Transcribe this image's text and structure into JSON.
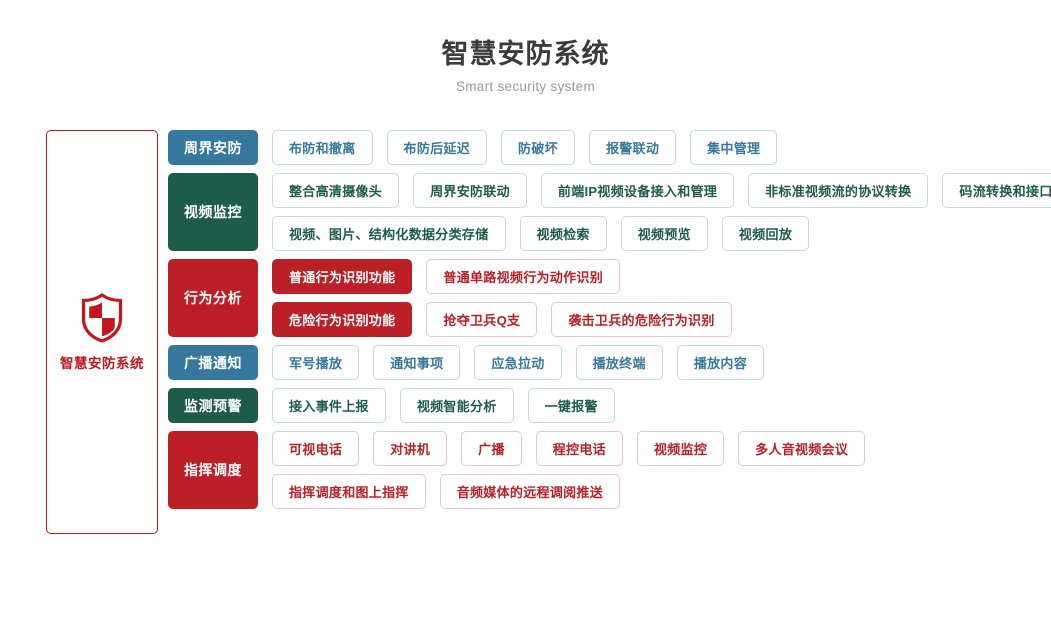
{
  "header": {
    "title": "智慧安防系统",
    "subtitle": "Smart security system"
  },
  "root": {
    "label": "智慧安防系统",
    "icon": "shield-icon",
    "border_color": "#c4161c",
    "text_color": "#c4161c"
  },
  "palette": {
    "blue": "#37789f",
    "green": "#1d5c4a",
    "red": "#bc1f26",
    "title_color": "#3b3b3b",
    "subtitle_color": "#9a9a9a"
  },
  "rows": [
    {
      "category": "周界安防",
      "color": "blue",
      "lines": [
        [
          {
            "label": "布防和撤离",
            "filled": false
          },
          {
            "label": "布防后延迟",
            "filled": false
          },
          {
            "label": "防破坏",
            "filled": false
          },
          {
            "label": "报警联动",
            "filled": false
          },
          {
            "label": "集中管理",
            "filled": false
          }
        ]
      ]
    },
    {
      "category": "视频监控",
      "color": "green",
      "lines": [
        [
          {
            "label": "整合高清摄像头",
            "filled": false
          },
          {
            "label": "周界安防联动",
            "filled": false
          },
          {
            "label": "前端IP视频设备接入和管理",
            "filled": false
          },
          {
            "label": "非标准视频流的协议转换",
            "filled": false
          },
          {
            "label": "码流转换和接口转换",
            "filled": false
          }
        ],
        [
          {
            "label": "视频、图片、结构化数据分类存储",
            "filled": false
          },
          {
            "label": "视频检索",
            "filled": false
          },
          {
            "label": "视频预览",
            "filled": false
          },
          {
            "label": "视频回放",
            "filled": false
          }
        ]
      ]
    },
    {
      "category": "行为分析",
      "color": "red",
      "lines": [
        [
          {
            "label": "普通行为识别功能",
            "filled": true
          },
          {
            "label": "普通单路视频行为动作识别",
            "filled": false
          }
        ],
        [
          {
            "label": "危险行为识别功能",
            "filled": true
          },
          {
            "label": "抢夺卫兵Q支",
            "filled": false
          },
          {
            "label": "袭击卫兵的危险行为识别",
            "filled": false
          }
        ]
      ]
    },
    {
      "category": "广播通知",
      "color": "blue",
      "lines": [
        [
          {
            "label": "军号播放",
            "filled": false
          },
          {
            "label": "通知事项",
            "filled": false
          },
          {
            "label": "应急拉动",
            "filled": false
          },
          {
            "label": "播放终端",
            "filled": false
          },
          {
            "label": "播放内容",
            "filled": false
          }
        ]
      ]
    },
    {
      "category": "监测预警",
      "color": "green",
      "lines": [
        [
          {
            "label": "接入事件上报",
            "filled": false
          },
          {
            "label": "视频智能分析",
            "filled": false
          },
          {
            "label": "一键报警",
            "filled": false
          }
        ]
      ]
    },
    {
      "category": "指挥调度",
      "color": "red",
      "lines": [
        [
          {
            "label": "可视电话",
            "filled": false
          },
          {
            "label": "对讲机",
            "filled": false
          },
          {
            "label": "广播",
            "filled": false
          },
          {
            "label": "程控电话",
            "filled": false
          },
          {
            "label": "视频监控",
            "filled": false
          },
          {
            "label": "多人音视频会议",
            "filled": false
          }
        ],
        [
          {
            "label": "指挥调度和图上指挥",
            "filled": false
          },
          {
            "label": "音频媒体的远程调阅推送",
            "filled": false
          }
        ]
      ]
    }
  ]
}
